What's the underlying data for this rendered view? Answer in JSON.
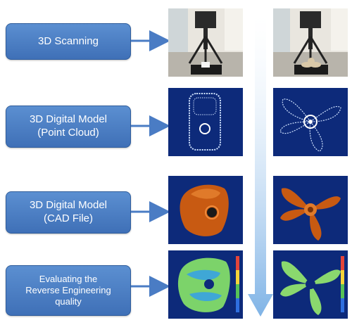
{
  "steps": [
    {
      "id": "scan",
      "lines": [
        "3D Scanning"
      ]
    },
    {
      "id": "point-cloud",
      "lines": [
        "3D Digital Model",
        "(Point Cloud)"
      ]
    },
    {
      "id": "cad",
      "lines": [
        "3D Digital Model",
        "(CAD File)"
      ]
    },
    {
      "id": "evaluate",
      "lines": [
        "Evaluating the",
        "Reverse Engineering",
        "quality"
      ]
    }
  ],
  "colors": {
    "step_fill": "#4a7cc4",
    "step_border": "#2f5d9c",
    "arrow": "#4a7cc4",
    "down_arrow": "#7fb3e6",
    "panel_bg": "#0d2a7a",
    "cad_orange": "#c85a12",
    "eval_green": "#7cd36a"
  }
}
